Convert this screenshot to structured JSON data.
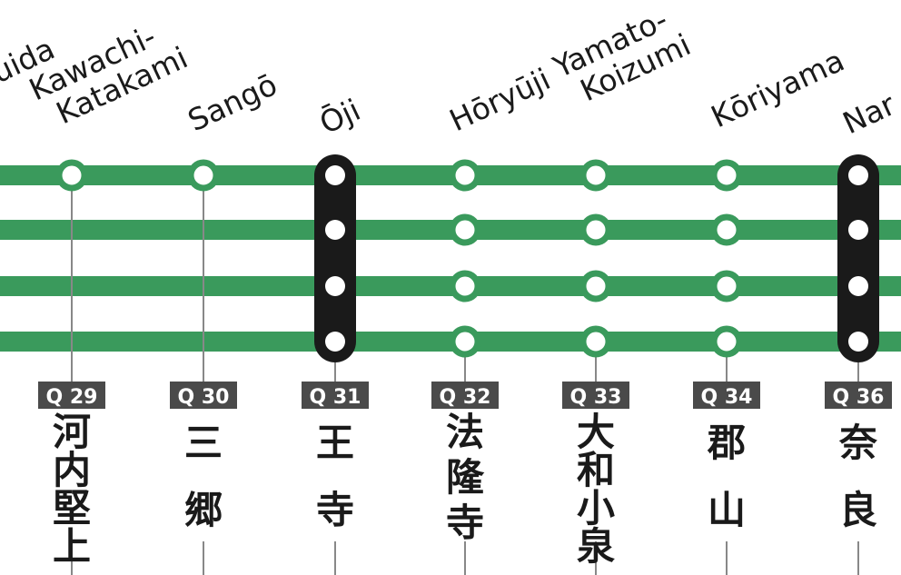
{
  "colors": {
    "line": "#3a9a5c",
    "station_fill": "#ffffff",
    "transfer_bar": "#1a1a1a",
    "code_bg": "#4a4a4a",
    "text": "#1a1a1a"
  },
  "line_count": 4,
  "stations": [
    {
      "id": "q28",
      "name_en": [
        "uida"
      ],
      "code": "",
      "name_jp": [],
      "tracks": [],
      "transfer": false
    },
    {
      "id": "q29",
      "name_en": [
        "Kawachi-",
        "Katakami"
      ],
      "code": "Q 29",
      "name_jp": [
        "河",
        "内",
        "堅",
        "上"
      ],
      "tracks": [
        0
      ],
      "transfer": false
    },
    {
      "id": "q30",
      "name_en": [
        "Sangō"
      ],
      "code": "Q 30",
      "name_jp": [
        "三",
        "郷"
      ],
      "tracks": [
        0
      ],
      "transfer": false
    },
    {
      "id": "q31",
      "name_en": [
        "Ōji"
      ],
      "code": "Q 31",
      "name_jp": [
        "王",
        "寺"
      ],
      "tracks": [
        0,
        1,
        2,
        3
      ],
      "transfer": true
    },
    {
      "id": "q32",
      "name_en": [
        "Hōryūji"
      ],
      "code": "Q 32",
      "name_jp": [
        "法",
        "隆",
        "寺"
      ],
      "tracks": [
        0,
        1,
        2,
        3
      ],
      "transfer": false
    },
    {
      "id": "q33",
      "name_en": [
        "Yamato-",
        "Koizumi"
      ],
      "code": "Q 33",
      "name_jp": [
        "大",
        "和",
        "小",
        "泉"
      ],
      "tracks": [
        0,
        1,
        2,
        3
      ],
      "transfer": false
    },
    {
      "id": "q34",
      "name_en": [
        "Kōriyama"
      ],
      "code": "Q 34",
      "name_jp": [
        "郡",
        "山"
      ],
      "tracks": [
        0,
        1,
        2,
        3
      ],
      "transfer": false
    },
    {
      "id": "q36",
      "name_en": [
        "Nar"
      ],
      "code": "Q 36",
      "name_jp": [
        "奈",
        "良"
      ],
      "tracks": [
        0,
        1,
        2,
        3
      ],
      "transfer": true
    }
  ]
}
